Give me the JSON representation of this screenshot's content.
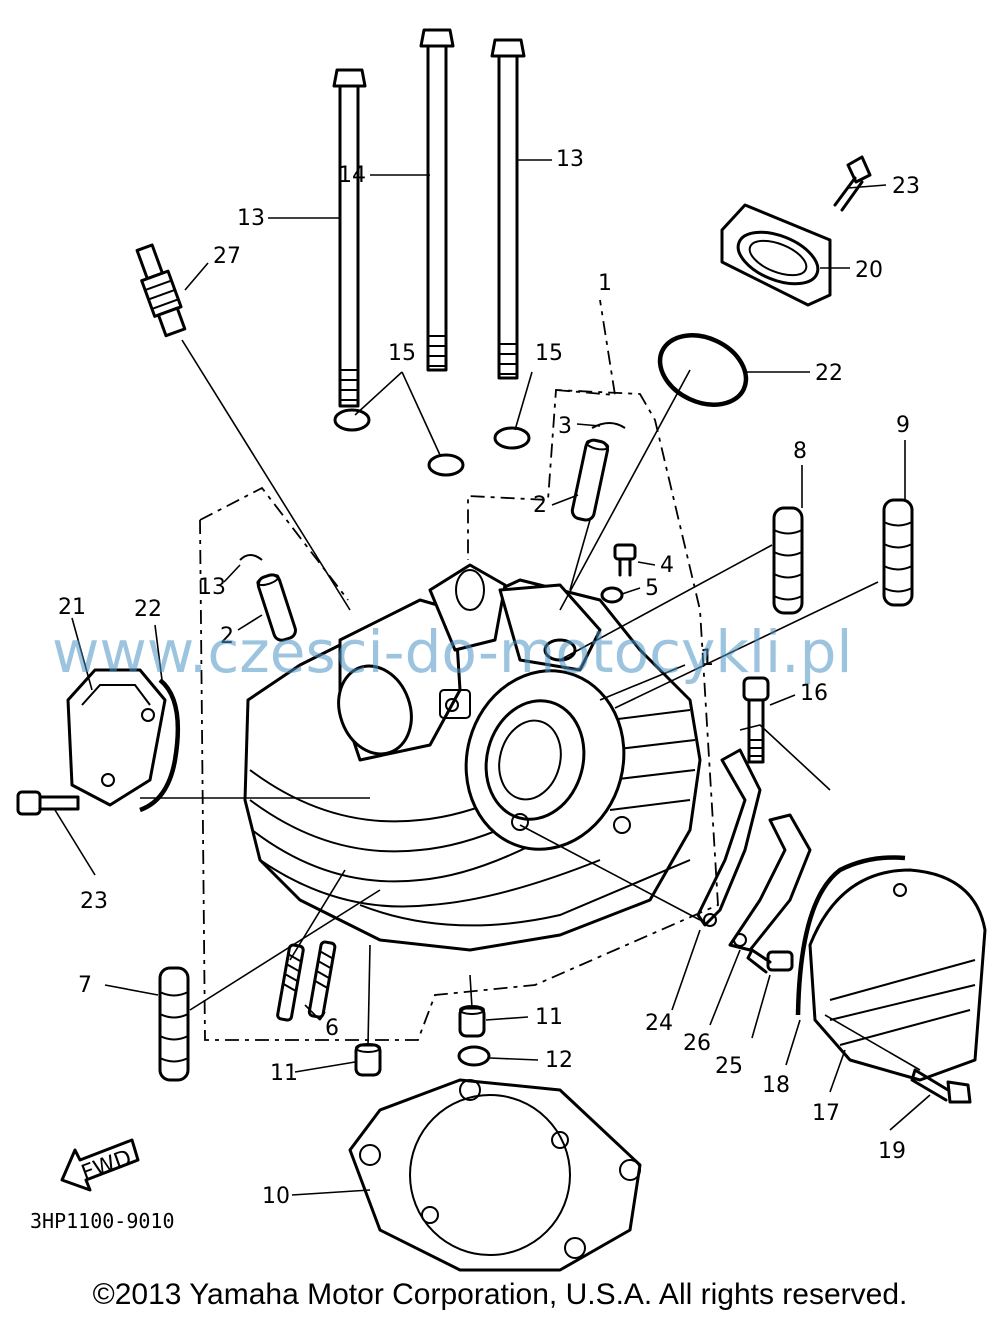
{
  "diagram": {
    "callouts": [
      {
        "id": "13",
        "text": "13"
      },
      {
        "id": "14",
        "text": "14"
      },
      {
        "id": "13b",
        "text": "13"
      },
      {
        "id": "27",
        "text": "27"
      },
      {
        "id": "23",
        "text": "23"
      },
      {
        "id": "20",
        "text": "20"
      },
      {
        "id": "1",
        "text": "1"
      },
      {
        "id": "22",
        "text": "22"
      },
      {
        "id": "15",
        "text": "15"
      },
      {
        "id": "15b",
        "text": "15"
      },
      {
        "id": "3",
        "text": "3"
      },
      {
        "id": "8",
        "text": "8"
      },
      {
        "id": "9",
        "text": "9"
      },
      {
        "id": "2",
        "text": "2"
      },
      {
        "id": "4",
        "text": "4"
      },
      {
        "id": "5",
        "text": "5"
      },
      {
        "id": "13c",
        "text": "13"
      },
      {
        "id": "2b",
        "text": "2"
      },
      {
        "id": "21",
        "text": "21"
      },
      {
        "id": "22b",
        "text": "22"
      },
      {
        "id": "1b",
        "text": "1"
      },
      {
        "id": "16",
        "text": "16"
      },
      {
        "id": "23b",
        "text": "23"
      },
      {
        "id": "7",
        "text": "7"
      },
      {
        "id": "6",
        "text": "6"
      },
      {
        "id": "11",
        "text": "11"
      },
      {
        "id": "11b",
        "text": "11"
      },
      {
        "id": "12",
        "text": "12"
      },
      {
        "id": "24",
        "text": "24"
      },
      {
        "id": "26",
        "text": "26"
      },
      {
        "id": "25",
        "text": "25"
      },
      {
        "id": "18",
        "text": "18"
      },
      {
        "id": "17",
        "text": "17"
      },
      {
        "id": "19",
        "text": "19"
      },
      {
        "id": "10",
        "text": "10"
      }
    ],
    "fwd_label": "FWD",
    "part_code": "3HP1100-9010",
    "watermark": "www.czesci-do-motocykli.pl"
  },
  "footer": {
    "copyright": "©2013 Yamaha Motor Corporation, U.S.A. All rights reserved."
  }
}
